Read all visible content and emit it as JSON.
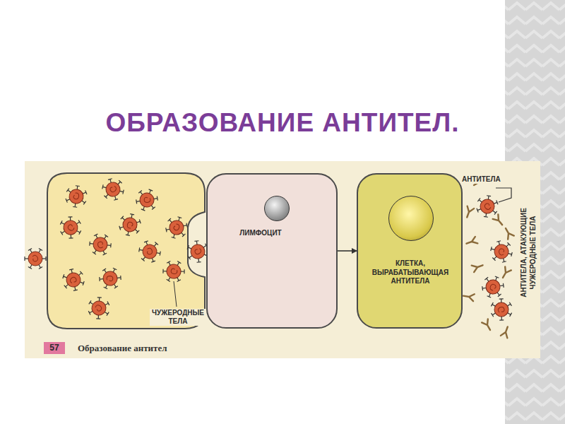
{
  "diagram": {
    "title": "ОБРАЗОВАНИЕ АНТИТЕЛ.",
    "caption": "Образование антител",
    "nodes": [
      {
        "text": [
          "ЛИМФОЦИТ"
        ]
      },
      {
        "text": [
          "КЛЕТКА, ВЫРАБАТЫВАЮЩАЯ АНТИТЕЛА"
        ]
      }
    ],
    "edges": [
      {
        "from": 0,
        "to": 1,
        "arrow": "to"
      }
    ],
    "labels": [
      "57",
      "ЧУЖЕРОДНЫЕ ТЕЛА",
      "АНТИТЕЛА",
      "АНТИТЕЛА, АТАКУЮЩИЕ ЧУЖЕРОДНЫЕ ТЕЛА"
    ]
  }
}
